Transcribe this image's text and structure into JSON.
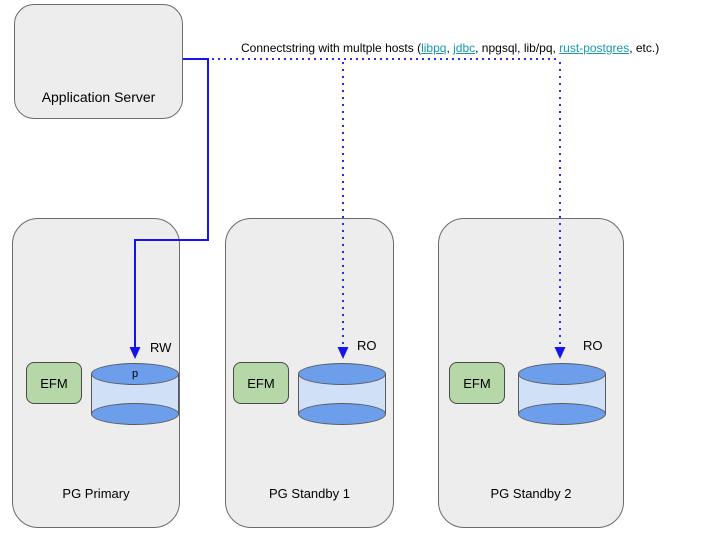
{
  "app_server": {
    "label": "Application Server"
  },
  "note": {
    "segments": [
      {
        "text": "Connectstring with multple hosts ("
      },
      {
        "text": "libpq"
      },
      {
        "text": ", "
      },
      {
        "text": "jdbc"
      },
      {
        "text": ", npgsql, lib/pq, "
      },
      {
        "text": "rust-postgres"
      },
      {
        "text": ", etc.)"
      }
    ]
  },
  "nodes": [
    {
      "name": "PG Primary",
      "efm": "EFM",
      "db_label": "p",
      "access": "RW"
    },
    {
      "name": "PG Standby 1",
      "efm": "EFM",
      "db_label": "",
      "access": "RO"
    },
    {
      "name": "PG Standby 2",
      "efm": "EFM",
      "db_label": "",
      "access": "RO"
    }
  ],
  "colors": {
    "connector_blue": "#1414f0",
    "link_teal": "#189aad",
    "node_fill": "#ededed",
    "efm_fill": "#b6d7a8",
    "db_ellipse": "#6d9eeb",
    "db_body": "#cfe0f7"
  }
}
